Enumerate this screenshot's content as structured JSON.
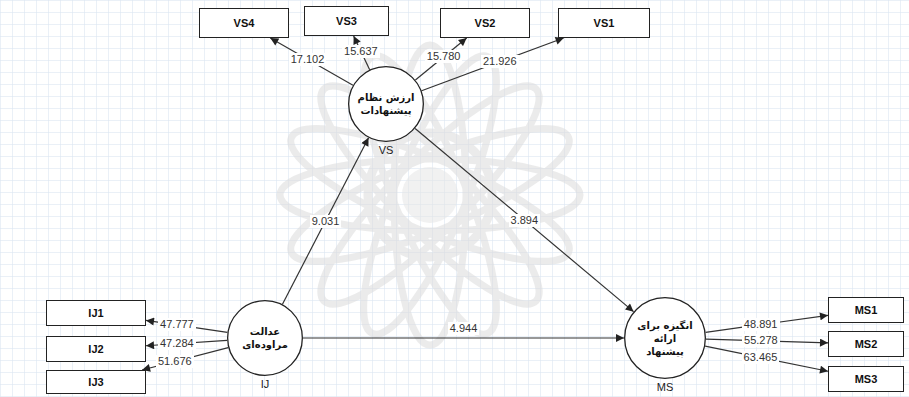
{
  "diagram": {
    "nodes": [
      {
        "text": [
          "VS4"
        ]
      },
      {
        "text": [
          "VS3"
        ]
      },
      {
        "text": [
          "VS2"
        ]
      },
      {
        "text": [
          "VS1"
        ]
      },
      {
        "text": [
          "ارزش نظام پیشنهادات",
          "VS"
        ]
      },
      {
        "text": [
          "IJ1"
        ]
      },
      {
        "text": [
          "IJ2"
        ]
      },
      {
        "text": [
          "IJ3"
        ]
      },
      {
        "text": [
          "عدالت مراوده‌ای",
          "IJ"
        ]
      },
      {
        "text": [
          "انگیزه برای ارائه پیشنهاد",
          "MS"
        ]
      },
      {
        "text": [
          "MS1"
        ]
      },
      {
        "text": [
          "MS2"
        ]
      },
      {
        "text": [
          "MS3"
        ]
      }
    ],
    "edges": [
      {
        "from": 4,
        "to": 0,
        "arrow": "to",
        "label": "17.102"
      },
      {
        "from": 4,
        "to": 1,
        "arrow": "to",
        "label": "15.637"
      },
      {
        "from": 4,
        "to": 2,
        "arrow": "to",
        "label": "15.780"
      },
      {
        "from": 4,
        "to": 3,
        "arrow": "to",
        "label": "21.926"
      },
      {
        "from": 8,
        "to": 4,
        "arrow": "to",
        "label": "9.031"
      },
      {
        "from": 4,
        "to": 9,
        "arrow": "to",
        "label": "3.894"
      },
      {
        "from": 8,
        "to": 9,
        "arrow": "to",
        "label": "4.944"
      },
      {
        "from": 8,
        "to": 5,
        "arrow": "to",
        "label": "47.777"
      },
      {
        "from": 8,
        "to": 6,
        "arrow": "to",
        "label": "47.284"
      },
      {
        "from": 8,
        "to": 7,
        "arrow": "to",
        "label": "51.676"
      },
      {
        "from": 9,
        "to": 10,
        "arrow": "to",
        "label": "48.891"
      },
      {
        "from": 9,
        "to": 11,
        "arrow": "to",
        "label": "55.278"
      },
      {
        "from": 9,
        "to": 12,
        "arrow": "to",
        "label": "63.465"
      }
    ]
  }
}
